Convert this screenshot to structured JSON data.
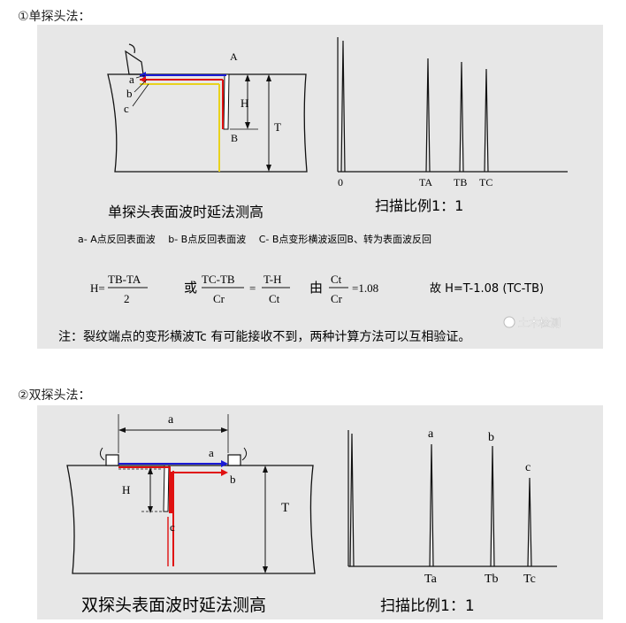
{
  "section1": {
    "heading": "①单探头法：",
    "labels": {
      "A": "A",
      "B": "B",
      "H": "H",
      "T": "T",
      "a": "a",
      "b": "b",
      "c": "c"
    },
    "scope": {
      "o": "0",
      "ta": "TA",
      "tb": "TB",
      "tc": "TC"
    },
    "caption": "单探头表面波时延法测高",
    "scale": "扫描比例1：1",
    "legend": "a- A点反回表面波　 b- B点反回表面波　 C- B点变形横波返回B、转为表面波反回",
    "formula": {
      "h_eq": "H=",
      "f1_num": "TB-TA",
      "f1_den": "2",
      "or": "或",
      "f2_num": "TC-TB",
      "f2_den": "Cr",
      "eq": "=",
      "f3_num": "T-H",
      "f3_den": "Ct",
      "by": "由",
      "f4_num": "Ct",
      "f4_den": "Cr",
      "f4_val": "=1.08",
      "result": "故 H=T-1.08 (TC-TB)"
    },
    "note": "注：裂纹端点的变形横波Tc 有可能接收不到，两种计算方法可以互相验证。",
    "watermark": "土木检测"
  },
  "section2": {
    "heading": "②双探头法：",
    "labels": {
      "a_top": "a",
      "a_arrow": "a",
      "b": "b",
      "c": "c",
      "H": "H",
      "T": "T"
    },
    "scope": {
      "ta": "Ta",
      "tb": "Tb",
      "tc": "Tc",
      "pa": "a",
      "pb": "b",
      "pc": "c"
    },
    "caption": "双探头表面波时延法测高",
    "scale": "扫描比例1：1"
  },
  "colors": {
    "panel": "#e7e7e7",
    "blue": "#1a1ad6",
    "red": "#e01010",
    "yellow": "#e8d21e"
  }
}
